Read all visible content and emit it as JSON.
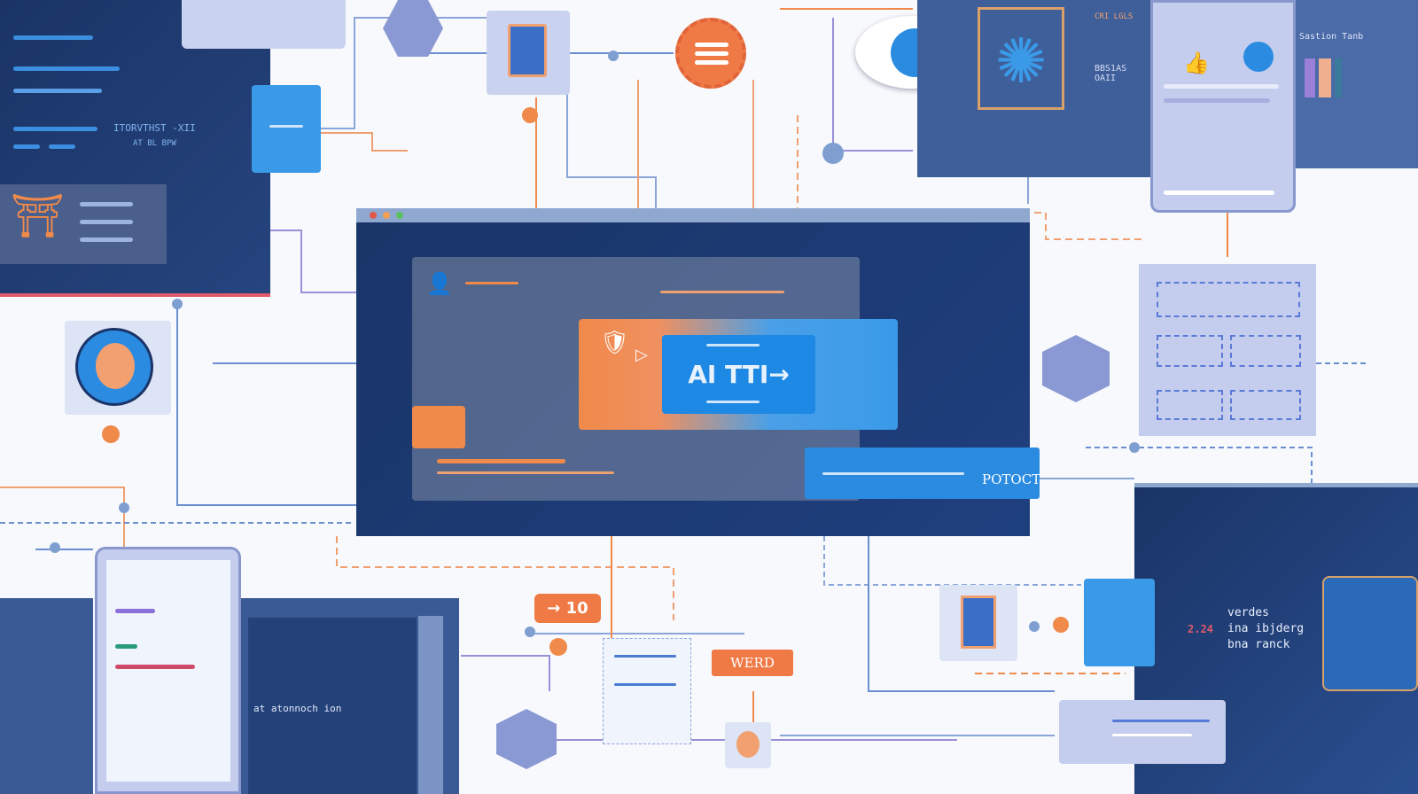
{
  "hero": {
    "logo_text": "AI TTI→",
    "protocol_label": "POTOCT"
  },
  "badges": {
    "counter": "→ 10",
    "word_tag": "WERD"
  },
  "code_panel_left": {
    "line1": "ITORVTHST -XII",
    "line2": "AT BL BPW"
  },
  "code_panel_right": {
    "lines": [
      "verdes",
      "ina ibjderg",
      "bna ranck"
    ],
    "red_code": "2.24"
  },
  "bottom_left_panel": {
    "caption": "at atonnoch ion"
  },
  "top_right": {
    "label1": "BBS1AS OAII",
    "label2": "Sastion Tanb",
    "label3": "CRI LGLS"
  },
  "colors": {
    "orange": "#f08a4b",
    "blue": "#2a8be0",
    "navy": "#1b3468",
    "lavender": "#c5cdee"
  }
}
